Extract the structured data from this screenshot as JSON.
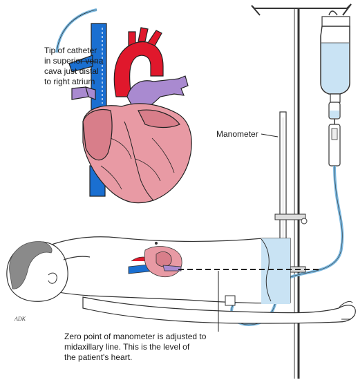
{
  "labels": {
    "catheter_tip": [
      "Tip of catheter",
      "in superior vena",
      "cava just distal",
      "to right atrium"
    ],
    "manometer": "Manometer",
    "zero_point": [
      "Zero point of manometer is adjusted to",
      "midaxillary line. This is the level of",
      "the patient's heart."
    ]
  },
  "signature": "ADK",
  "colors": {
    "vein_blue": "#1a6fd1",
    "aorta_red": "#e0182c",
    "pulmonary_purple": "#a98ad0",
    "heart_pink": "#e89aa4",
    "heart_shade": "#d87e8a",
    "fluid_blue": "#c9e3f4",
    "skin": "#ffffff",
    "hair": "#8a8a8a"
  }
}
